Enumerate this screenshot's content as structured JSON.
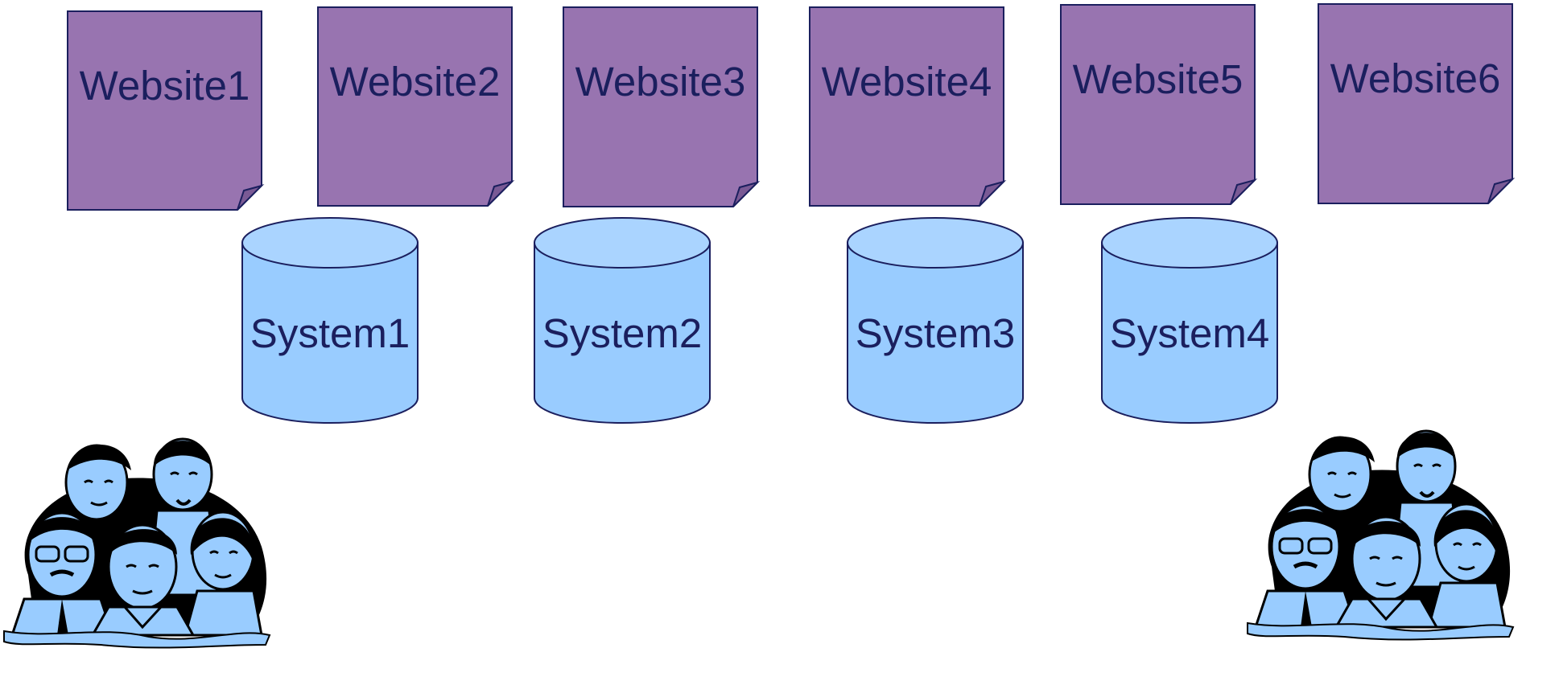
{
  "colors": {
    "page_fill": "#9874b0",
    "page_stroke": "#1b1f5e",
    "cylinder_body": "#99ccff",
    "cylinder_top": "#aad4ff",
    "cylinder_stroke": "#1b1f5e",
    "label_text": "#1b1f5e",
    "people_fill": "#99ccff",
    "people_ink": "#000000"
  },
  "websites": [
    {
      "label": "Website1",
      "icon": "document-icon"
    },
    {
      "label": "Website2",
      "icon": "document-icon"
    },
    {
      "label": "Website3",
      "icon": "document-icon"
    },
    {
      "label": "Website4",
      "icon": "document-icon"
    },
    {
      "label": "Website5",
      "icon": "document-icon"
    },
    {
      "label": "Website6",
      "icon": "document-icon"
    }
  ],
  "systems": [
    {
      "label": "System1",
      "icon": "database-icon"
    },
    {
      "label": "System2",
      "icon": "database-icon"
    },
    {
      "label": "System3",
      "icon": "database-icon"
    },
    {
      "label": "System4",
      "icon": "database-icon"
    }
  ],
  "people_groups": [
    {
      "icon": "people-group-icon"
    },
    {
      "icon": "people-group-icon"
    }
  ]
}
